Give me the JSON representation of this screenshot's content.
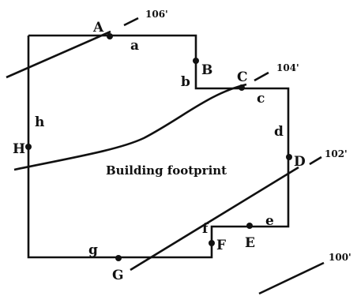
{
  "diagram": {
    "title": "Building footprint",
    "points": {
      "A": "A",
      "B": "B",
      "C": "C",
      "D": "D",
      "E": "E",
      "F": "F",
      "G": "G",
      "H": "H"
    },
    "sides": {
      "a": "a",
      "b": "b",
      "c": "c",
      "d": "d",
      "e": "e",
      "f": "f",
      "g": "g",
      "h": "h"
    },
    "contours": [
      {
        "elevation": "106'"
      },
      {
        "elevation": "104'"
      },
      {
        "elevation": "102'"
      },
      {
        "elevation": "100'"
      }
    ],
    "colors": {
      "ink": "#111111",
      "background": "#ffffff"
    }
  }
}
